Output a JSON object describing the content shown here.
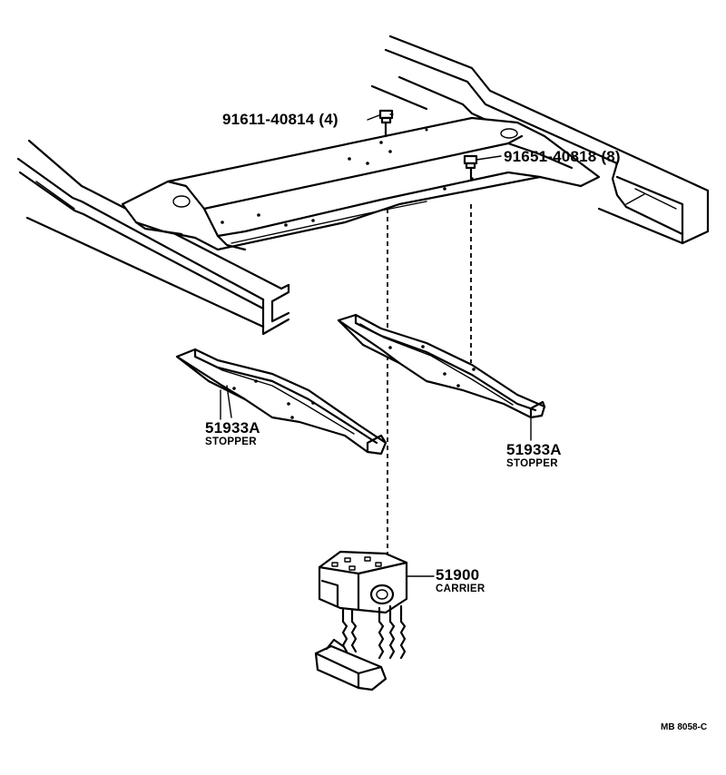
{
  "labels": {
    "bolt_top": "91611-40814 (4)",
    "bolt_right": "91651-40818 (8)",
    "stopper_left_part": "51933A",
    "stopper_left_name": "STOPPER",
    "stopper_right_part": "51933A",
    "stopper_right_name": "STOPPER",
    "carrier_part": "51900",
    "carrier_name": "CARRIER",
    "diagram_code": "MB 8058-C"
  }
}
